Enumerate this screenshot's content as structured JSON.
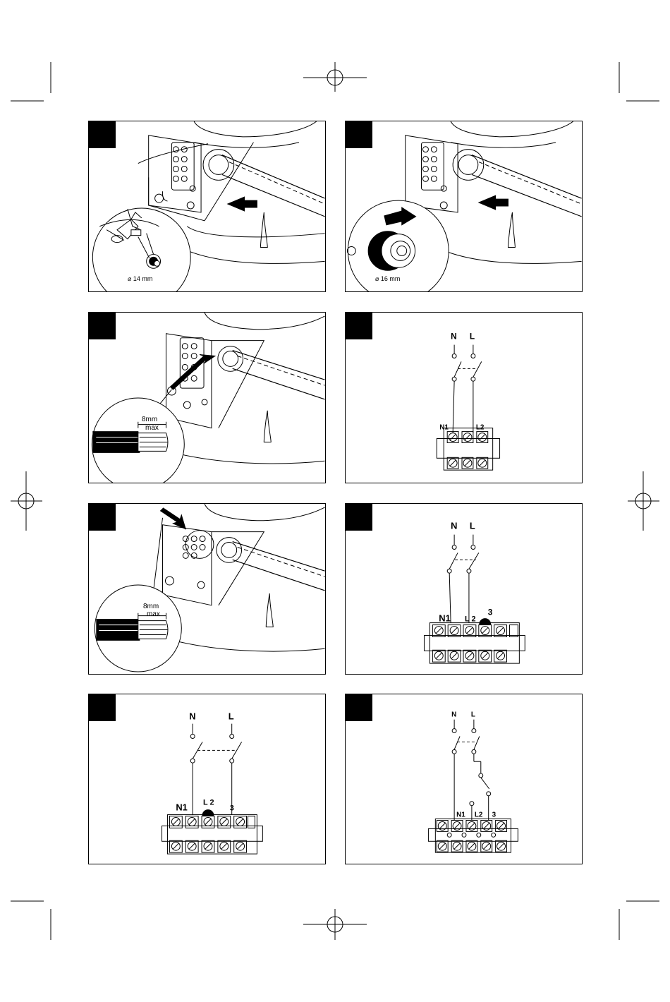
{
  "panels": {
    "p1": {
      "dimension": "⌀ 14 mm"
    },
    "p2": {
      "dimension": "⌀ 16 mm"
    },
    "p3": {
      "strip_length": "8mm",
      "strip_qualifier": "max"
    },
    "p5": {
      "strip_length": "8mm",
      "strip_qualifier": "max"
    },
    "p4": {
      "n": "N",
      "l": "L",
      "n1": "N1",
      "l2": "L2"
    },
    "p6": {
      "n": "N",
      "l": "L",
      "n1": "N1",
      "l2": "L 2",
      "t3": "3"
    },
    "p7": {
      "n": "N",
      "l": "L",
      "n1": "N1",
      "l2": "L 2",
      "t3": "3"
    },
    "p8": {
      "n": "N",
      "l": "L",
      "n1": "N1",
      "l2": "L2",
      "t3": "3"
    }
  },
  "icons": [
    "registration-mark",
    "crop-mark",
    "arrow-icon",
    "magnifier-circle",
    "terminal-screw",
    "switch-contact"
  ]
}
